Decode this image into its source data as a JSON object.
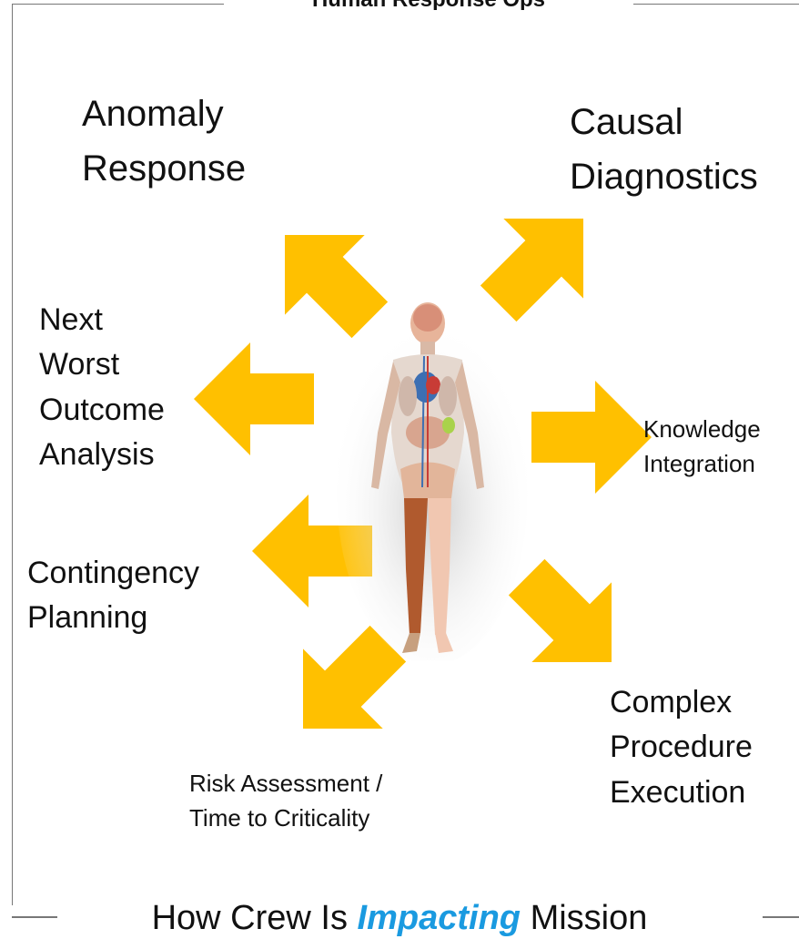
{
  "header_title": "Human Response Ops",
  "nodes": {
    "anomaly_response": [
      "Anomaly",
      "Response"
    ],
    "causal_diagnostics": [
      "Causal",
      "Diagnostics"
    ],
    "next_worst": [
      "Next",
      "Worst",
      "Outcome",
      "Analysis"
    ],
    "knowledge_integration": [
      "Knowledge",
      "Integration"
    ],
    "contingency_planning": [
      "Contingency",
      "Planning"
    ],
    "complex_procedure": [
      "Complex",
      "Procedure",
      "Execution"
    ],
    "risk_assessment": [
      "Risk Assessment /",
      "Time to Criticality"
    ]
  },
  "caption": {
    "before": "How Crew Is",
    "highlight": "Impacting",
    "after": "Mission"
  },
  "colors": {
    "arrow": "#ffc000",
    "highlight": "#1a9ae0",
    "frame": "#777777"
  },
  "center_image": "human-body-anatomy-figure"
}
